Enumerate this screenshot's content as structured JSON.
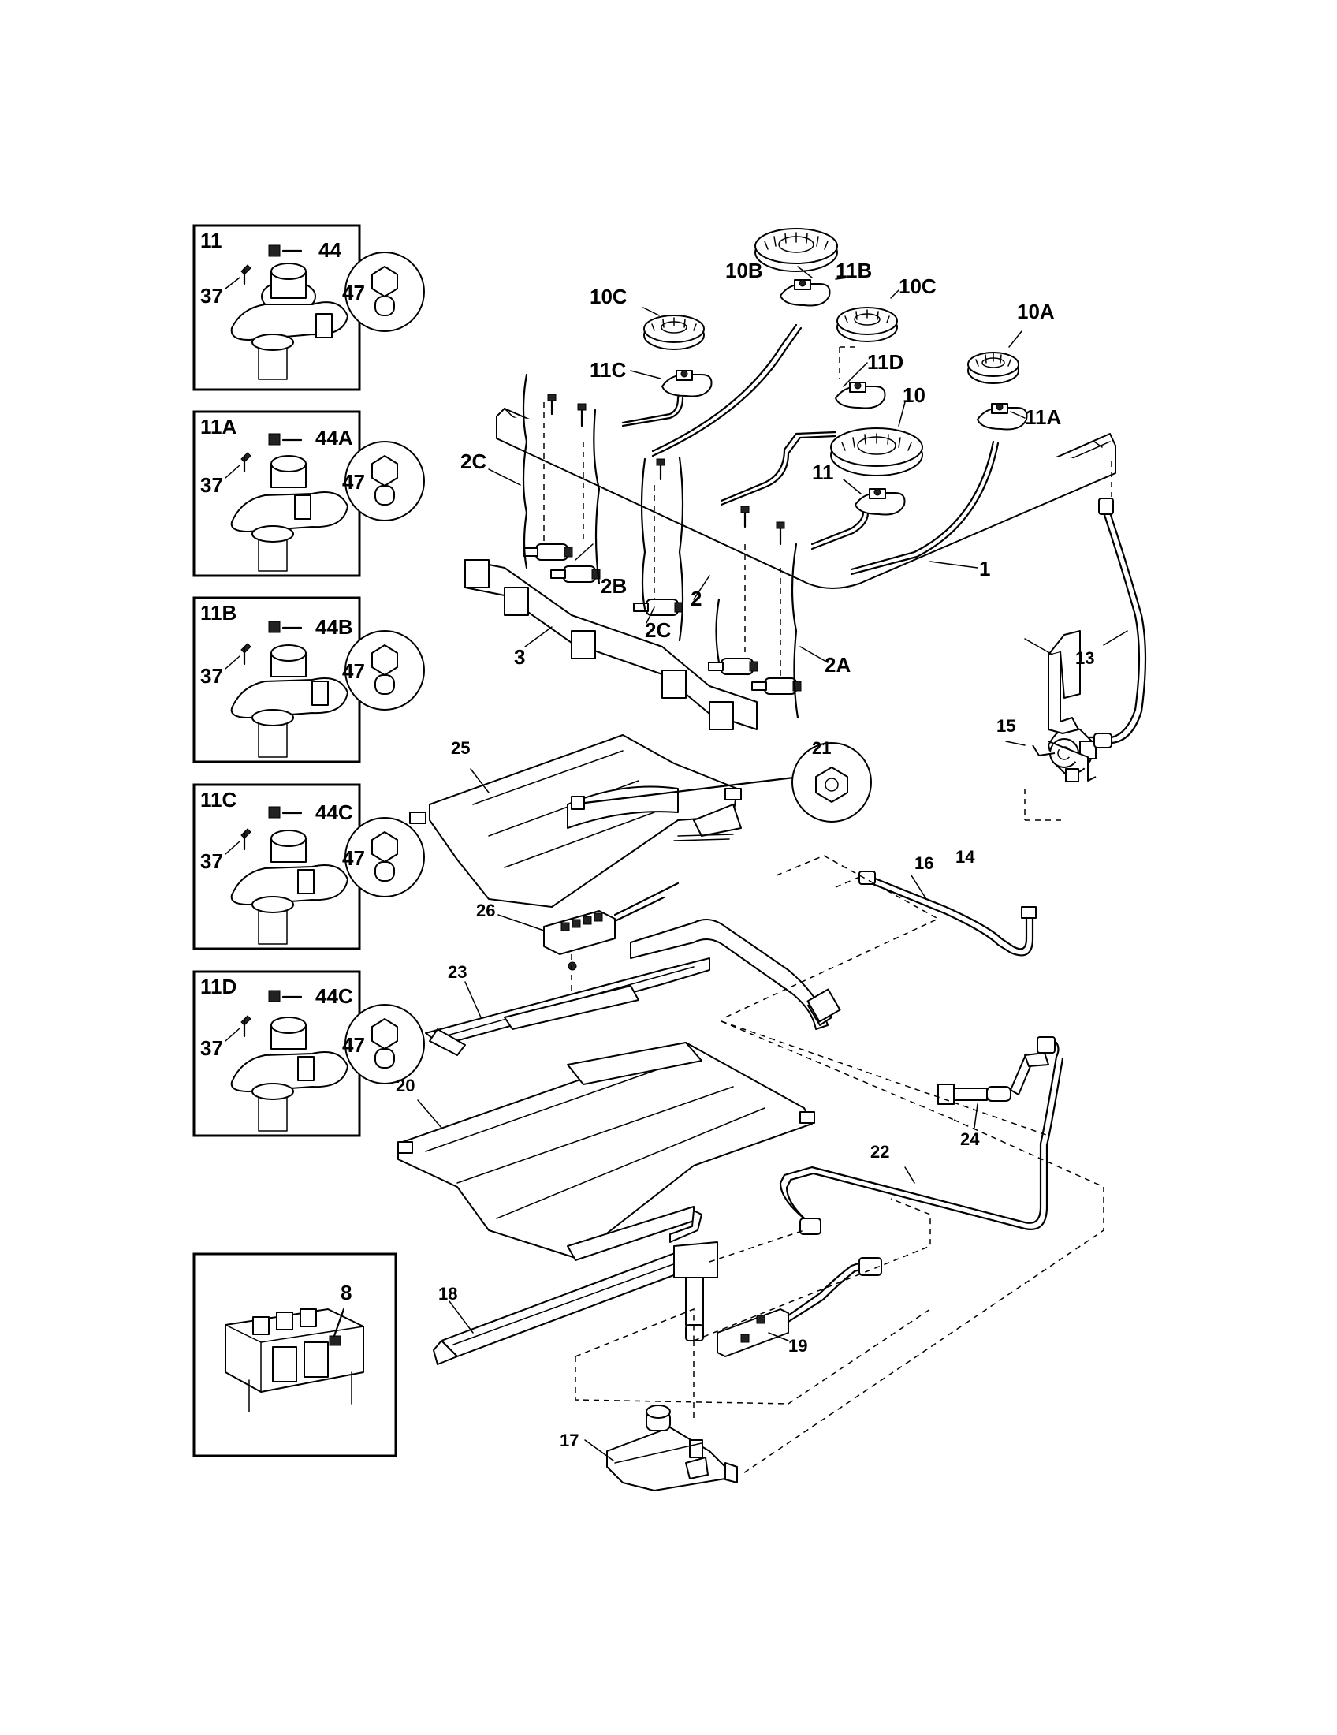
{
  "insets": [
    {
      "id": "11",
      "screw": "37",
      "nut": "44",
      "orifice": "47"
    },
    {
      "id": "11A",
      "screw": "37",
      "nut": "44A",
      "orifice": "47"
    },
    {
      "id": "11B",
      "screw": "37",
      "nut": "44B",
      "orifice": "47"
    },
    {
      "id": "11C",
      "screw": "37",
      "nut": "44C",
      "orifice": "47"
    },
    {
      "id": "11D",
      "screw": "37",
      "nut": "44C",
      "orifice": "47"
    },
    {
      "id": "8"
    }
  ],
  "callouts": {
    "c10b": "10B",
    "c11b": "11B",
    "c10c_left": "10C",
    "c10c_right": "10C",
    "c10a": "10A",
    "c11c": "11C",
    "c11d": "11D",
    "c10": "10",
    "c11a": "11A",
    "c11": "11",
    "c2c_top": "2C",
    "c2b": "2B",
    "c2": "2",
    "c2c_bottom": "2C",
    "c2a": "2A",
    "c3": "3",
    "c1": "1",
    "c13": "13",
    "c21": "21",
    "c25": "25",
    "c15": "15",
    "c14": "14",
    "c16": "16",
    "c26": "26",
    "c23": "23",
    "c24": "24",
    "c20": "20",
    "c22": "22",
    "c18": "18",
    "c19": "19",
    "c17": "17"
  }
}
